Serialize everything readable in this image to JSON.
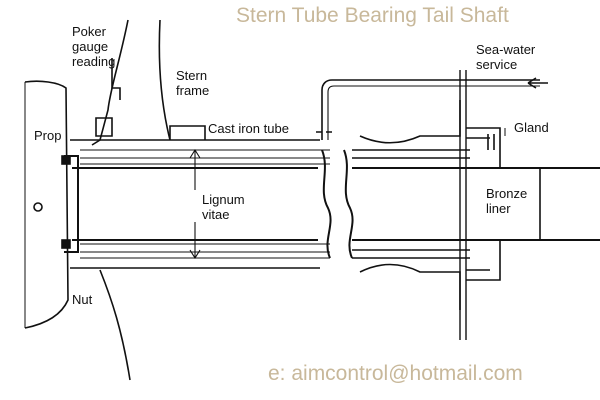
{
  "overlay": {
    "title": "Stern Tube Bearing Tail Shaft",
    "email": "e: aimcontrol@hotmail.com"
  },
  "labels": {
    "poker_line1": "Poker",
    "poker_line2": "gauge",
    "poker_line3": "reading",
    "stern_line1": "Stern",
    "stern_line2": "frame",
    "prop": "Prop",
    "cast_iron_tube": "Cast iron tube",
    "sea_water_line1": "Sea-water",
    "sea_water_line2": "service",
    "gland": "Gland",
    "lignum_line1": "Lignum",
    "lignum_line2": "vitae",
    "bronze_line1": "Bronze",
    "bronze_line2": "liner",
    "nut": "Nut"
  },
  "colors": {
    "ink": "#111111",
    "watermark": "#c8b89a"
  }
}
